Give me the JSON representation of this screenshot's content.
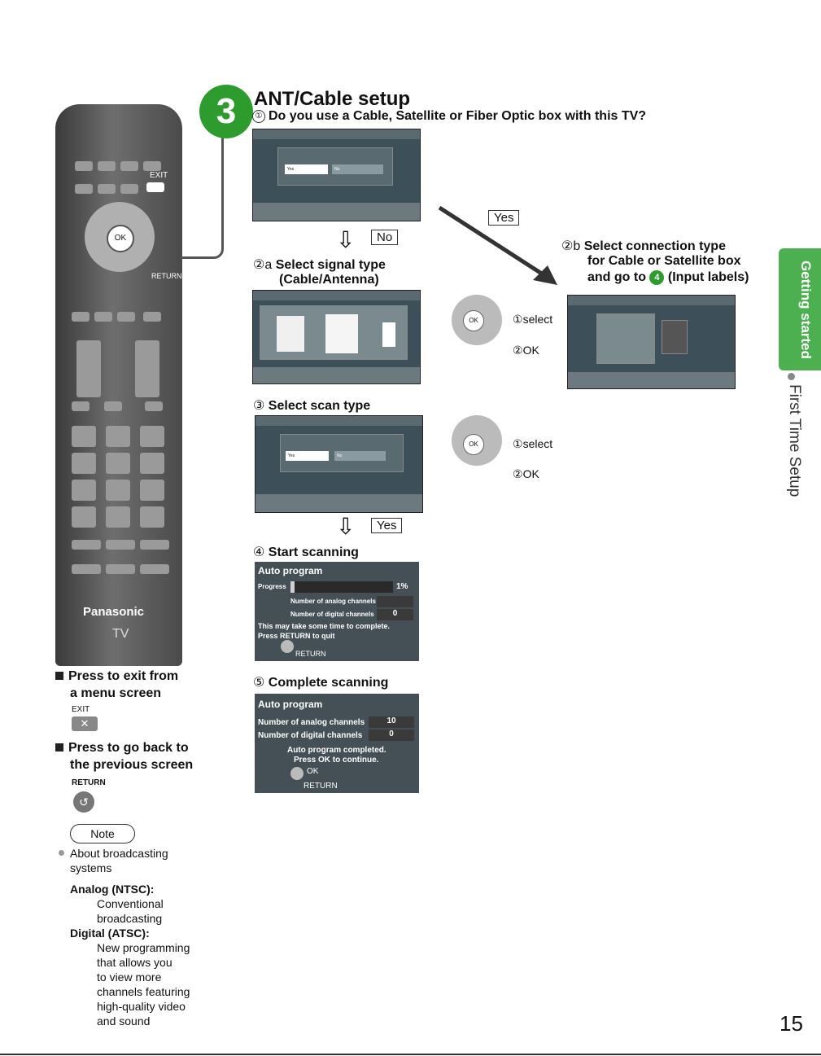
{
  "header": {
    "step_number": "3",
    "title": "ANT/Cable setup",
    "question_num": "①",
    "question": "Do you use a Cable, Satellite or Fiber Optic box with this TV?"
  },
  "remote": {
    "brand": "Panasonic",
    "tv_label": "TV",
    "exit_label": "EXIT",
    "return_label": "RETURN",
    "ok_label": "OK"
  },
  "labels": {
    "yes": "Yes",
    "no": "No",
    "yes2": "Yes"
  },
  "steps": {
    "a_num": "②a",
    "a_title": "Select signal type",
    "a_sub": "(Cable/Antenna)",
    "b_num": "②b",
    "b_line1": "Select connection type",
    "b_line2": "for Cable or Satellite box",
    "b_line3a": "and go to",
    "b_line3_num": "4",
    "b_line3b": "(Input labels)",
    "scan_num": "③",
    "scan_title": "Select scan type",
    "start_num": "④",
    "start_title": "Start scanning",
    "complete_num": "⑤",
    "complete_title": "Complete scanning"
  },
  "dpad": {
    "ok": "OK",
    "select_num": "①",
    "select": "select",
    "ok_num": "②",
    "ok_text": "OK"
  },
  "scan_panel": {
    "title": "Auto program",
    "progress_label": "Progress",
    "progress_value": "1%",
    "progress_fraction": 0.01,
    "analog_label": "Number of analog channels",
    "digital_label": "Number of digital channels",
    "digital_value": "0",
    "msg1": "This may take some time to complete.",
    "msg2": "Press RETURN to quit",
    "return": "RETURN"
  },
  "complete_panel": {
    "title": "Auto program",
    "analog_label": "Number of analog channels",
    "analog_value": "10",
    "digital_label": "Number of digital channels",
    "digital_value": "0",
    "msg1": "Auto program completed.",
    "msg2": "Press OK to continue.",
    "ok": "OK",
    "return": "RETURN"
  },
  "left": {
    "exit_heading1": "Press to exit from",
    "exit_heading2": "a menu screen",
    "exit_key": "EXIT",
    "back_heading1": "Press to go back to",
    "back_heading2": "the previous screen",
    "return_key": "RETURN",
    "note_label": "Note",
    "note_line1": "About broadcasting",
    "note_line2": "systems",
    "analog_title": "Analog (NTSC):",
    "analog_l1": "Conventional",
    "analog_l2": "broadcasting",
    "digital_title": "Digital (ATSC):",
    "digital_l1": "New programming",
    "digital_l2": "that allows you",
    "digital_l3": "to view more",
    "digital_l4": "channels featuring",
    "digital_l5": "high-quality video",
    "digital_l6": "and sound"
  },
  "side": {
    "tab": "Getting started",
    "sub": "First Time Setup"
  },
  "page_number": "15",
  "colors": {
    "accent_green": "#2e9b2e",
    "tab_green": "#4caf50"
  }
}
